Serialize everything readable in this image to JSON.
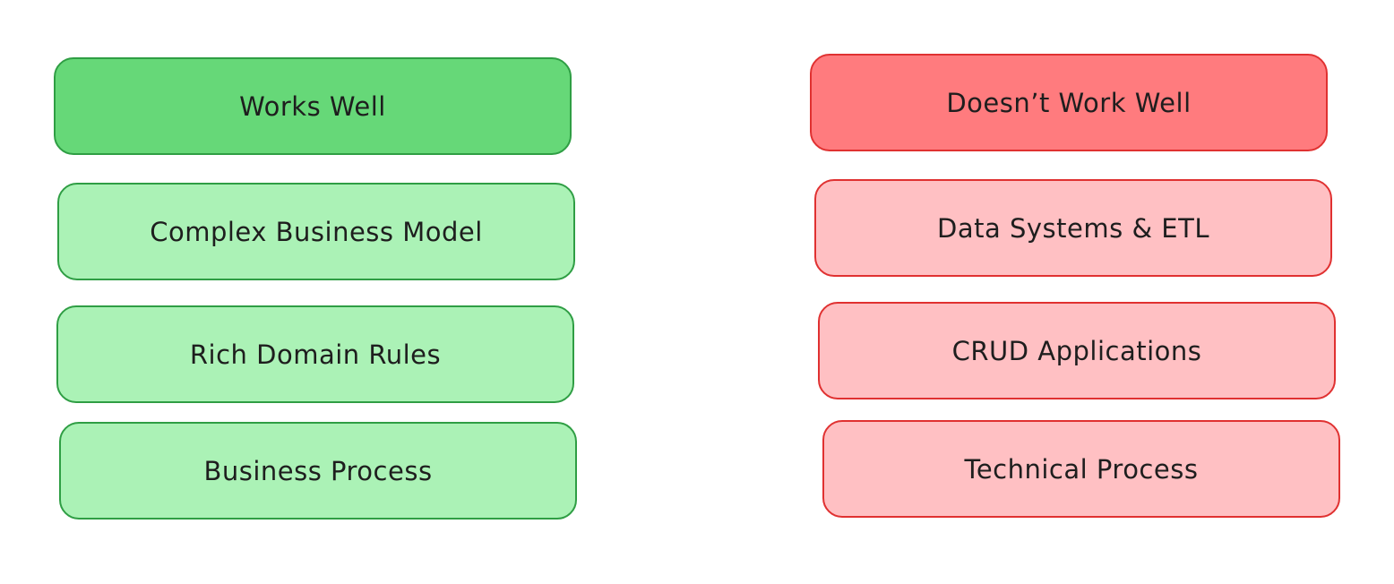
{
  "works_well": {
    "header": "Works Well",
    "items": [
      "Complex Business Model",
      "Rich Domain Rules",
      "Business Process"
    ]
  },
  "doesnt_work_well": {
    "header": "Doesn’t Work Well",
    "items": [
      "Data Systems & ETL",
      "CRUD Applications",
      "Technical Process"
    ]
  },
  "colors": {
    "green_header": "#66d878",
    "green_item": "#abf2b6",
    "green_border": "#2f9e44",
    "red_header": "#ff7b7e",
    "red_item": "#ffc0c3",
    "red_border": "#e03131"
  }
}
